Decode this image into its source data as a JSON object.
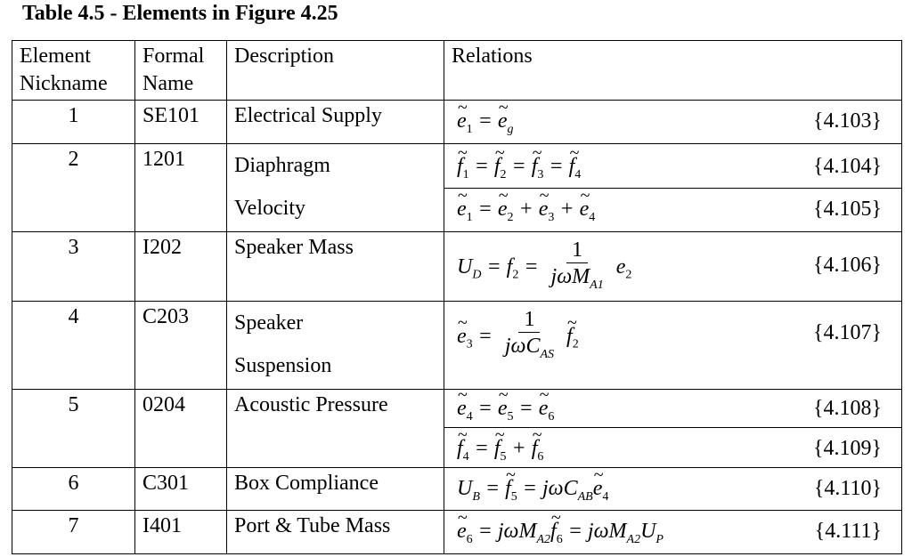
{
  "title": "Table 4.5 - Elements in Figure 4.25",
  "headers": {
    "nickname": "Element Nickname",
    "formal": "Formal Name",
    "description": "Description",
    "relations": "Relations"
  },
  "rows": [
    {
      "nick": "1",
      "formal": "SE101",
      "desc": "Electrical Supply",
      "eqnums": [
        "{4.103}"
      ]
    },
    {
      "nick": "2",
      "formal": "1201",
      "desc_lines": [
        "Diaphragm",
        "Velocity"
      ],
      "eqnums": [
        "{4.104}",
        "{4.105}"
      ]
    },
    {
      "nick": "3",
      "formal": "I202",
      "desc": "Speaker Mass",
      "eqnums": [
        "{4.106}"
      ]
    },
    {
      "nick": "4",
      "formal": "C203",
      "desc_lines": [
        "Speaker",
        "Suspension"
      ],
      "eqnums": [
        "{4.107}"
      ]
    },
    {
      "nick": "5",
      "formal": "0204",
      "desc": "Acoustic Pressure",
      "eqnums": [
        "{4.108}",
        "{4.109}"
      ]
    },
    {
      "nick": "6",
      "formal": "C301",
      "desc": "Box Compliance",
      "eqnums": [
        "{4.110}"
      ]
    },
    {
      "nick": "7",
      "formal": "I401",
      "desc": "Port & Tube Mass",
      "eqnums": [
        "{4.111}"
      ]
    }
  ]
}
